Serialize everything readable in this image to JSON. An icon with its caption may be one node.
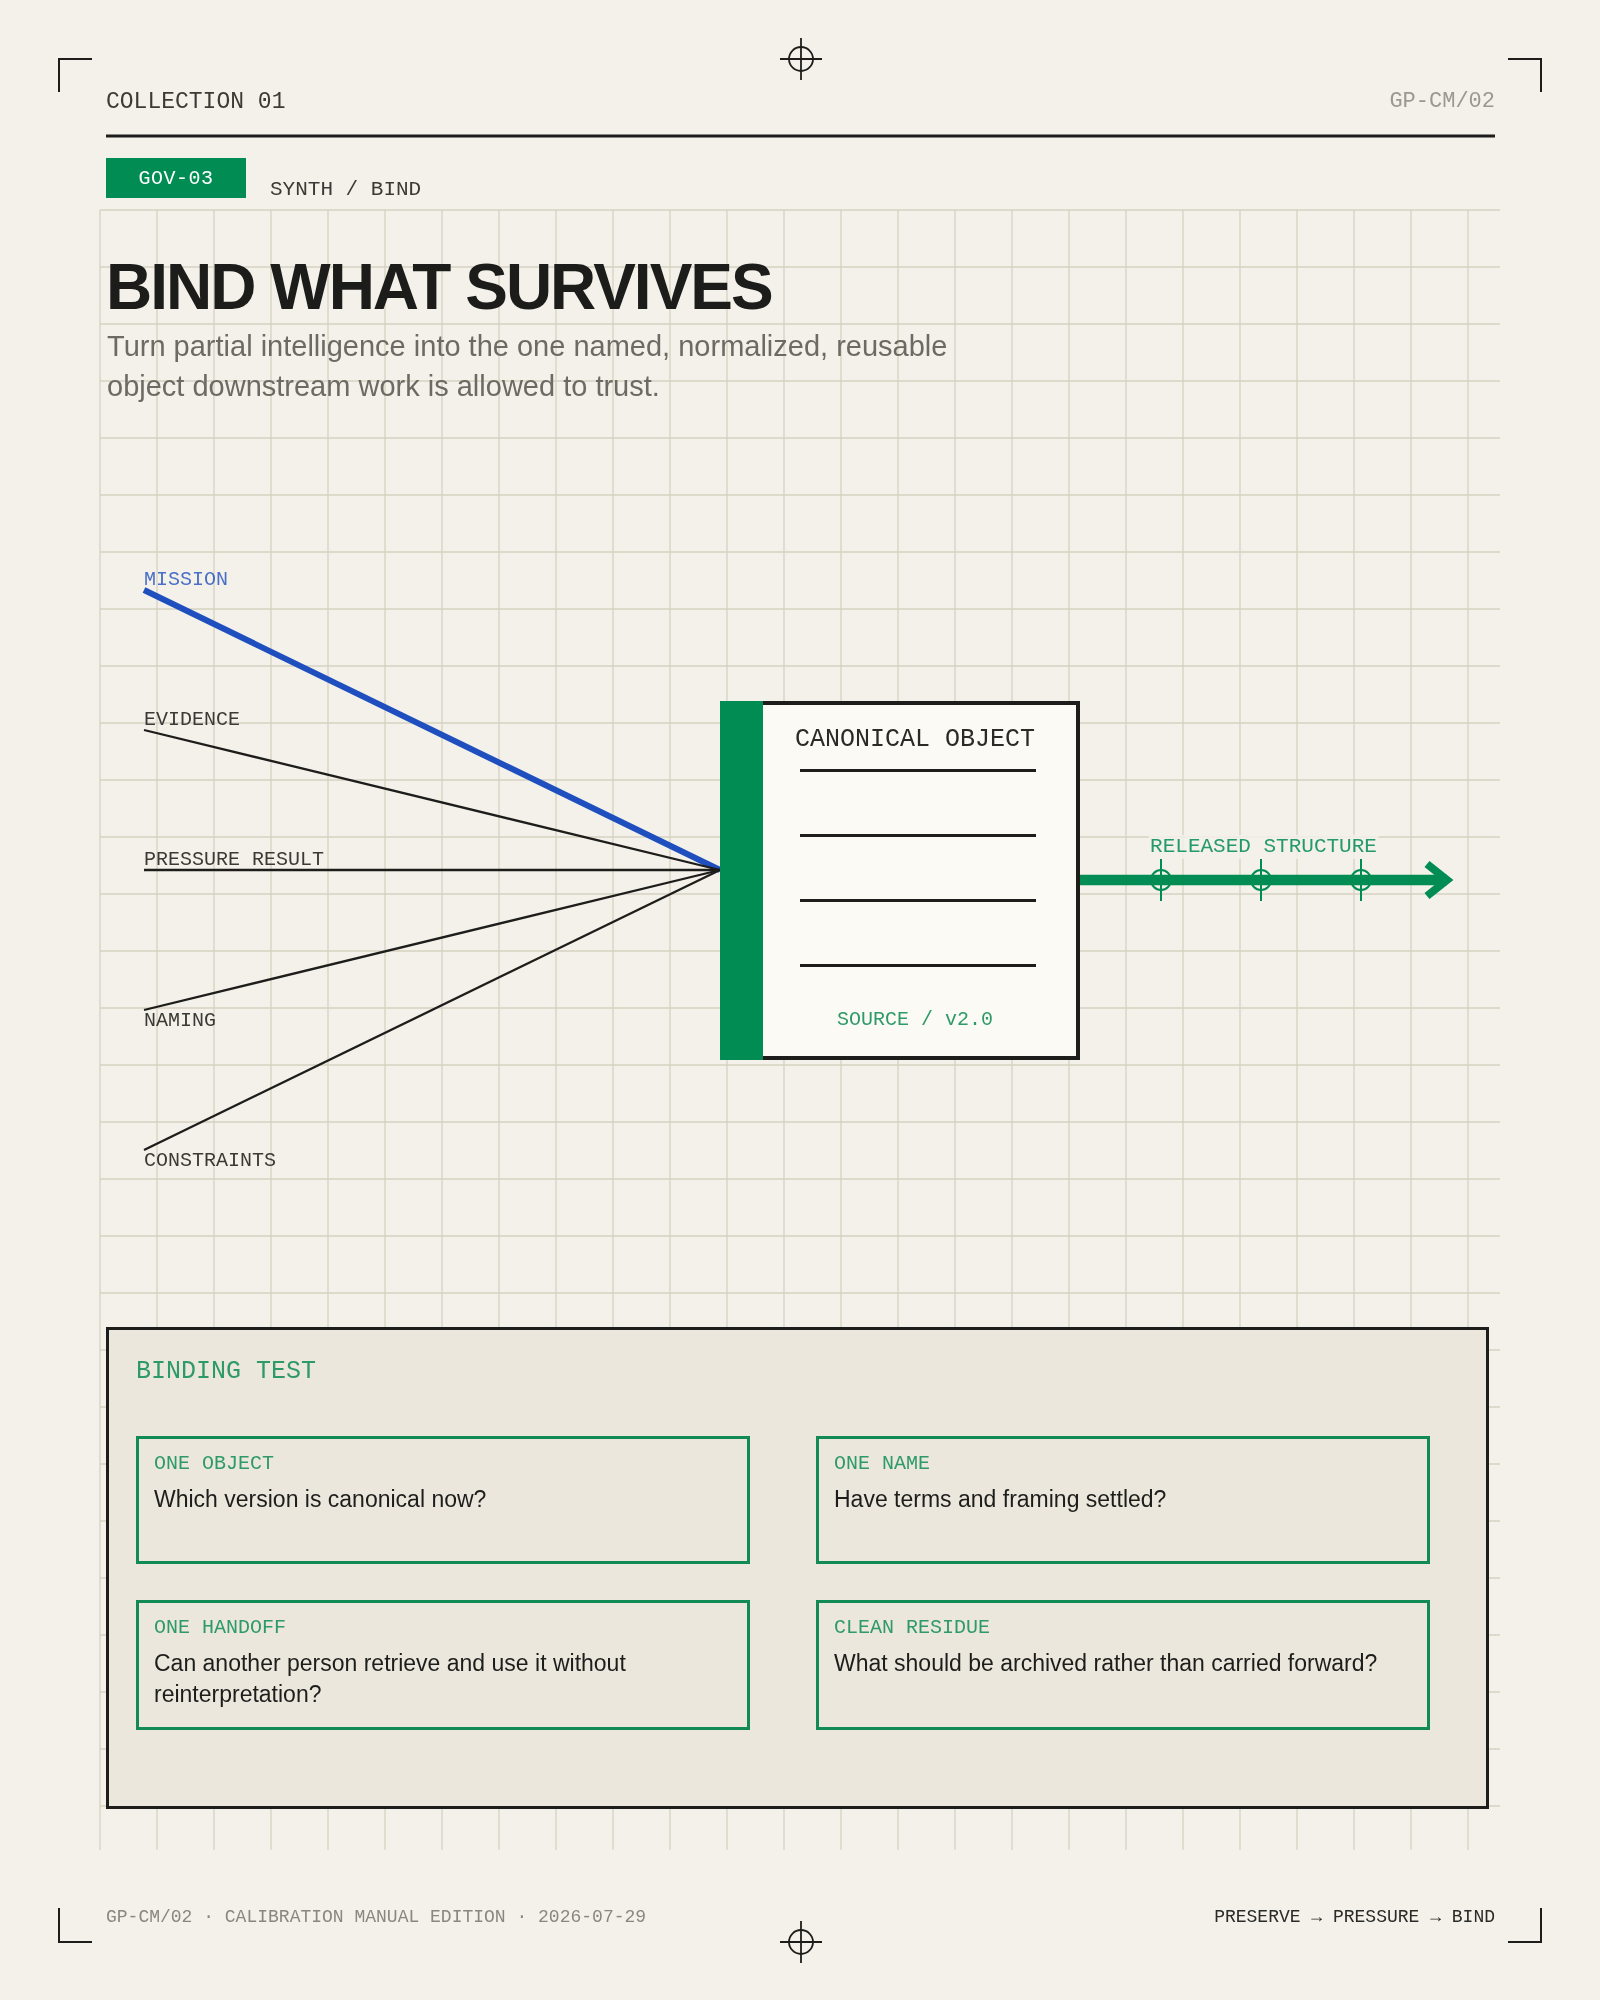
{
  "diagram": {
    "title": "BIND WHAT SURVIVES",
    "nodes": [
      {
        "text": [
          "GOV-03"
        ]
      },
      {
        "text": [
          "MISSION"
        ]
      },
      {
        "text": [
          "EVIDENCE"
        ]
      },
      {
        "text": [
          "PRESSURE RESULT"
        ]
      },
      {
        "text": [
          "NAMING"
        ]
      },
      {
        "text": [
          "CONSTRAINTS"
        ]
      },
      {
        "text": [
          "CANONICAL OBJECT",
          "SOURCE / v2.0"
        ]
      },
      {
        "text": [
          "BINDING TEST"
        ]
      },
      {
        "text": [
          "ONE OBJECT",
          "Which version is canonical now?"
        ],
        "in": 7
      },
      {
        "text": [
          "ONE NAME",
          "Have terms and framing settled?"
        ],
        "in": 7
      },
      {
        "text": [
          "ONE HANDOFF",
          "Can another person retrieve and use it without reinterpretation?"
        ],
        "in": 7
      },
      {
        "text": [
          "CLEAN RESIDUE",
          "What should be archived rather than carried forward?"
        ],
        "in": 7
      }
    ],
    "edges": [
      {
        "from": 1,
        "to": 6,
        "arrow": "none",
        "style": "thick",
        "color": "#1f4fbf"
      },
      {
        "from": 2,
        "to": 6,
        "arrow": "none"
      },
      {
        "from": 3,
        "to": 6,
        "arrow": "none"
      },
      {
        "from": 4,
        "to": 6,
        "arrow": "none"
      },
      {
        "from": 5,
        "to": 6,
        "arrow": "none"
      },
      {
        "from": 6,
        "to": null,
        "arrow": "to",
        "label": "RELEASED STRUCTURE",
        "style": "thick",
        "color": "#008c52"
      }
    ],
    "labels": [
      "COLLECTION 01",
      "GP-CM/02",
      "SYNTH / BIND",
      "Turn partial intelligence into the one named, normalized, reusable object downstream work is allowed to trust.",
      "GP-CM/02 · CALIBRATION MANUAL EDITION · 2026-07-29",
      "PRESERVE → PRESSURE → BIND"
    ]
  }
}
